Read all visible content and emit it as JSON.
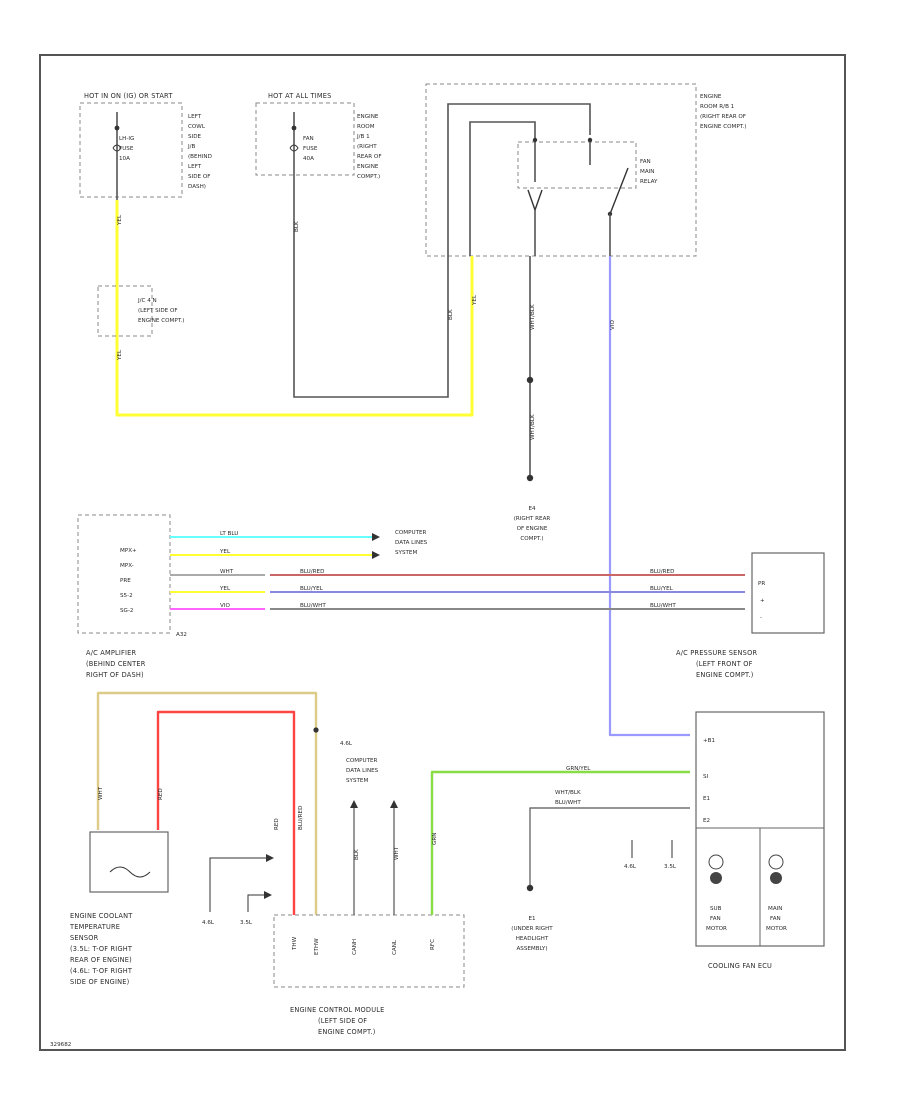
{
  "hot_run_start": "HOT IN ON (IG) OR START",
  "hot_at_all_times": "HOT AT ALL TIMES",
  "fuse_1": [
    "LH-IG",
    "FUSE",
    "10A"
  ],
  "fuse_2": [
    "FAN",
    "FUSE",
    "40A"
  ],
  "fuse_box_left": [
    "LEFT",
    "COWL",
    "SIDE",
    "J/B",
    "(BEHIND",
    "LEFT",
    "SIDE OF",
    "DASH)"
  ],
  "fuse_box_engine": [
    "ENGINE",
    "ROOM",
    "J/B 1",
    "(RIGHT",
    "REAR OF",
    "ENGINE",
    "COMPT.)"
  ],
  "relay_box": [
    "ENGINE",
    "ROOM R/B 1",
    "(RIGHT REAR OF",
    "ENGINE COMPT.)"
  ],
  "fan_relay": [
    "FAN",
    "MAIN",
    "RELAY"
  ],
  "connector_jc": [
    "J/C 4 N",
    "(LEFT SIDE OF",
    "ENGINE COMPT.)"
  ],
  "ground_e4": [
    "E4",
    "(RIGHT REAR",
    "OF ENGINE",
    "COMPT.)"
  ],
  "ground_e1": [
    "E1",
    "(UNDER RIGHT",
    "HEADLIGHT",
    "ASSEMBLY)"
  ],
  "computer_data_lines": [
    "COMPUTER",
    "DATA LINES",
    "SYSTEM"
  ],
  "ac_amp_pins": [
    "MPX+",
    "MPX-",
    "PRE",
    "S5-2",
    "SG-2"
  ],
  "ac_amp_conn": "A32",
  "ac_amp_label": [
    "A/C AMPLIFIER",
    "(BEHIND CENTER",
    "RIGHT OF DASH)"
  ],
  "pressure_sensor_pins": [
    "PR",
    "+",
    "-"
  ],
  "pressure_sensor_label": [
    "A/C PRESSURE SENSOR",
    "(LEFT FRONT OF",
    "ENGINE COMPT.)"
  ],
  "wire_colors": {
    "lt_blu": "LT BLU",
    "yel": "YEL",
    "wht": "WHT",
    "vio": "VIO",
    "blu_red": "BLU/RED",
    "blu_yel": "BLU/YEL",
    "blu_wht": "BLU/WHT",
    "blk": "BLK",
    "wht_blk": "WHT/BLK",
    "grn_yel": "GRN/YEL",
    "red": "RED",
    "grn": "GRN"
  },
  "ecm_pins": [
    "THW",
    "ETHW",
    "CANH",
    "CANL",
    "RFC"
  ],
  "ecm_label": [
    "ENGINE CONTROL MODULE",
    "(LEFT SIDE OF",
    "ENGINE COMPT.)"
  ],
  "coolant_sensor_label": [
    "ENGINE COOLANT",
    "TEMPERATURE",
    "SENSOR",
    "(3.5L: T-OF RIGHT",
    "REAR OF ENGINE)",
    "(4.6L: T-OF RIGHT",
    "SIDE OF ENGINE)"
  ],
  "fan_ecu_pins": [
    "+B1",
    "SI",
    "E1",
    "E2"
  ],
  "fan_ecu_motors": [
    [
      "SUB",
      "FAN",
      "MOTOR"
    ],
    [
      "MAIN",
      "FAN",
      "MOTOR"
    ]
  ],
  "fan_ecu_label": "COOLING FAN ECU",
  "engine_variants": {
    "v1": "4.6L",
    "v2": "3.5L"
  },
  "footer_code": "329682"
}
